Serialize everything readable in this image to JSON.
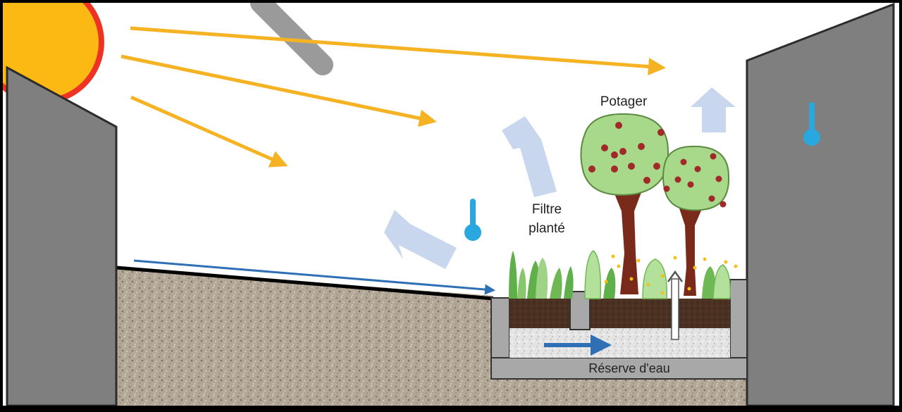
{
  "labels": {
    "garden": "Potager",
    "planted_filter_line1": "Filtre",
    "planted_filter_line2": "planté",
    "water_reserve": "Réserve d'eau"
  },
  "colors": {
    "sky": "#ffffff",
    "frame": "#000000",
    "building": "#7f7f7f",
    "building_edge": "#2b2b2b",
    "gravel": "#b5a99a",
    "soil": "#4a3122",
    "sun_fill": "#fcb813",
    "sun_rays": "#ee3224",
    "sun_arrow": "#f5b324",
    "heat_arrow": "#c8d6ee",
    "thermometer": "#29a8df",
    "runoff_arrow": "#2e6fb5",
    "tree_crown": "#a8d88a",
    "tree_trunk": "#7a2a1a",
    "fruit": "#a02a2a",
    "grass": "#5fb04a",
    "filter_stone": "#e6e6e6",
    "basin_wall": "#a8a8a8"
  },
  "icons": [
    "sun-icon",
    "thermometer-icon",
    "heat-arrow-icon",
    "sunlight-arrow-icon",
    "water-flow-arrow-icon",
    "tree-icon"
  ]
}
